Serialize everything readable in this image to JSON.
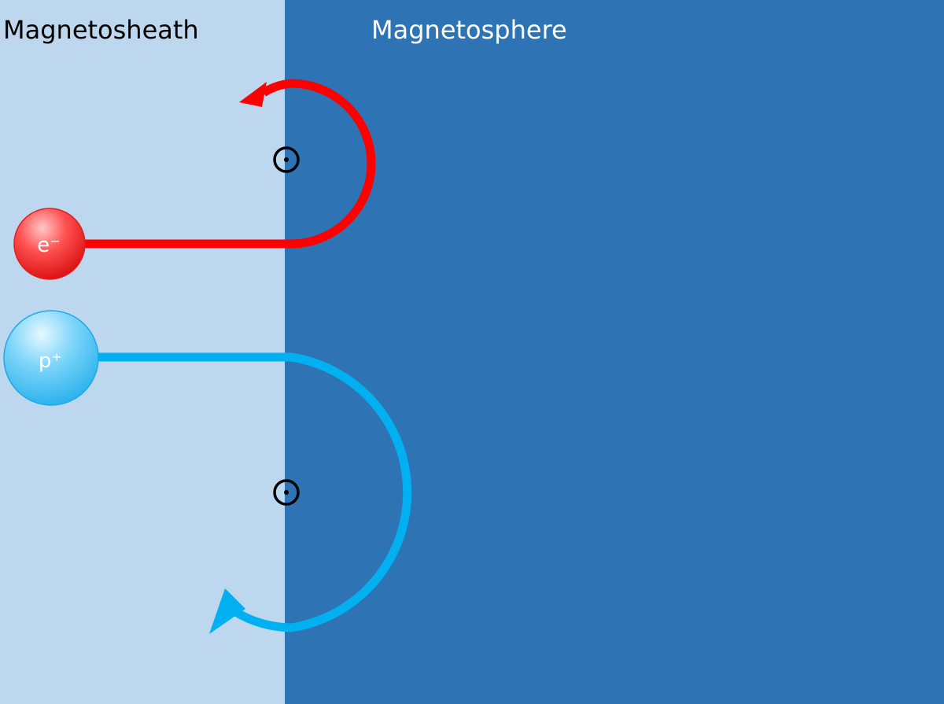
{
  "regions": {
    "left": {
      "label": "Magnetosheath",
      "color": "#BDD7EE",
      "text_color": "#000000"
    },
    "right": {
      "label": "Magnetosphere",
      "color": "#2E74B5",
      "text_color": "#FFFFFF"
    }
  },
  "particles": {
    "electron": {
      "label": "e⁻",
      "color": "#FF0000",
      "path_color": "#FF0000"
    },
    "proton": {
      "label": "p⁺",
      "color": "#00B0F0",
      "path_color": "#00B0F0"
    }
  },
  "field_symbol": {
    "name": "magnetic-field-out-of-page",
    "color": "#000000"
  }
}
